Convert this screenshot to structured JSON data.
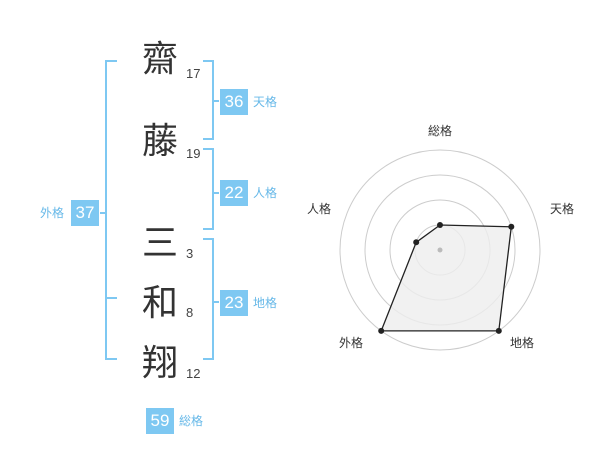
{
  "colors": {
    "accent": "#7ec8f2",
    "accent_text": "#66b8e8",
    "kanji": "#333333",
    "radar_stroke": "#222222",
    "radar_fill": "#eeeeee",
    "ring": "#cccccc"
  },
  "name_chars": [
    {
      "char": "齋",
      "strokes": "17"
    },
    {
      "char": "藤",
      "strokes": "19"
    },
    {
      "char": "三",
      "strokes": "3"
    },
    {
      "char": "和",
      "strokes": "8"
    },
    {
      "char": "翔",
      "strokes": "12"
    }
  ],
  "fortunes": {
    "tenkaku": {
      "value": "36",
      "label": "天格"
    },
    "jinkaku": {
      "value": "22",
      "label": "人格"
    },
    "chikaku": {
      "value": "23",
      "label": "地格"
    },
    "gaikaku": {
      "value": "37",
      "label": "外格"
    },
    "soukaku": {
      "value": "59",
      "label": "総格"
    }
  },
  "radar": {
    "axes": [
      "総格",
      "天格",
      "地格",
      "外格",
      "人格"
    ],
    "levels": 4,
    "values": [
      0.25,
      0.75,
      1.0,
      1.0,
      0.25
    ]
  }
}
